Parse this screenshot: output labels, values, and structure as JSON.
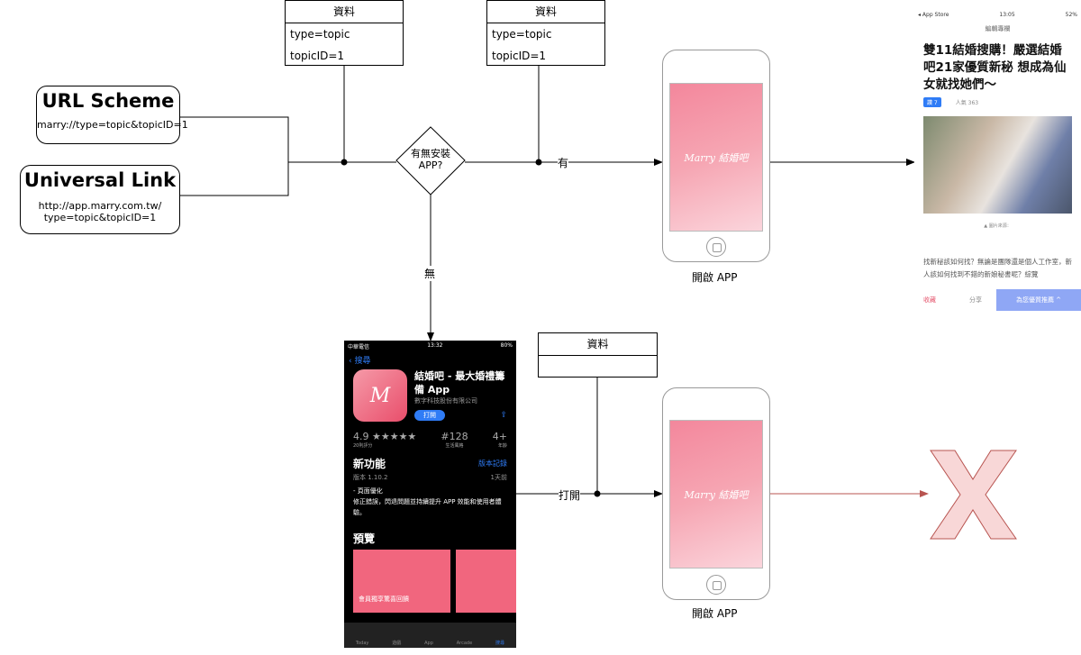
{
  "url_scheme": {
    "title": "URL Scheme",
    "value": "marry://type=topic&topicID=1"
  },
  "universal_link": {
    "title": "Universal Link",
    "value_line1": "http://app.marry.com.tw/",
    "value_line2": "type=topic&topicID=1"
  },
  "data_box_1": {
    "header": "資料",
    "rows": [
      "type=topic",
      "topicID=1"
    ]
  },
  "data_box_2": {
    "header": "資料",
    "rows": [
      "type=topic",
      "topicID=1"
    ]
  },
  "data_box_3": {
    "header": "資料"
  },
  "decision": {
    "line1": "有無安裝",
    "line2": "APP?"
  },
  "labels": {
    "yes": "有",
    "no": "無",
    "open": "打開",
    "open_app_1": "開啟 APP",
    "open_app_2": "開啟 APP"
  },
  "splash": {
    "logo": "Marry 結婚吧"
  },
  "article": {
    "status_left": "◂ App Store",
    "time": "13:05",
    "battery": "52%",
    "nav_title": "編輯專欄",
    "headline": "雙11結婚搜購！嚴選結婚吧21家優質新秘 想成為仙女就找她們～",
    "like": "讚 7",
    "views": "人氣 363",
    "caption": "▲ 圖片來源：",
    "body": "找新秘該如何找？無論是團隊還是個人工作室，新人該如何找到不錯的新娘秘書呢？綜覽",
    "save": "收藏",
    "share": "分享",
    "cta": "為您優質推薦 ^"
  },
  "appstore": {
    "carrier": "中華電信",
    "time": "13:32",
    "battery": "80%",
    "back": "搜尋",
    "app_name": "結婚吧 - 最大婚禮籌備 App",
    "developer": "數字科技股份有限公司",
    "open_button": "打開",
    "rating": "4.9 ★★★★★",
    "rating_sub": "20則評分",
    "rank": "#128",
    "rank_sub": "生活風格",
    "age": "4+",
    "age_sub": "年齡",
    "whats_new": "新功能",
    "version_history": "版本記錄",
    "version": "版本 1.10.2",
    "ago": "1天前",
    "notes1": "- 頁面優化",
    "notes2": "修正錯誤，閃退問題並持續提升 APP 效能和使用者體驗。",
    "preview": "預覽",
    "preview_caption": "會員獨享驚喜回饋",
    "tabs": [
      "Today",
      "遊戲",
      "App",
      "Arcade",
      "搜尋"
    ]
  },
  "colors": {
    "pink": "#f3879c",
    "x_fill": "#f8d7d7",
    "x_stroke": "#b85450",
    "blue": "#2f7cf6"
  }
}
